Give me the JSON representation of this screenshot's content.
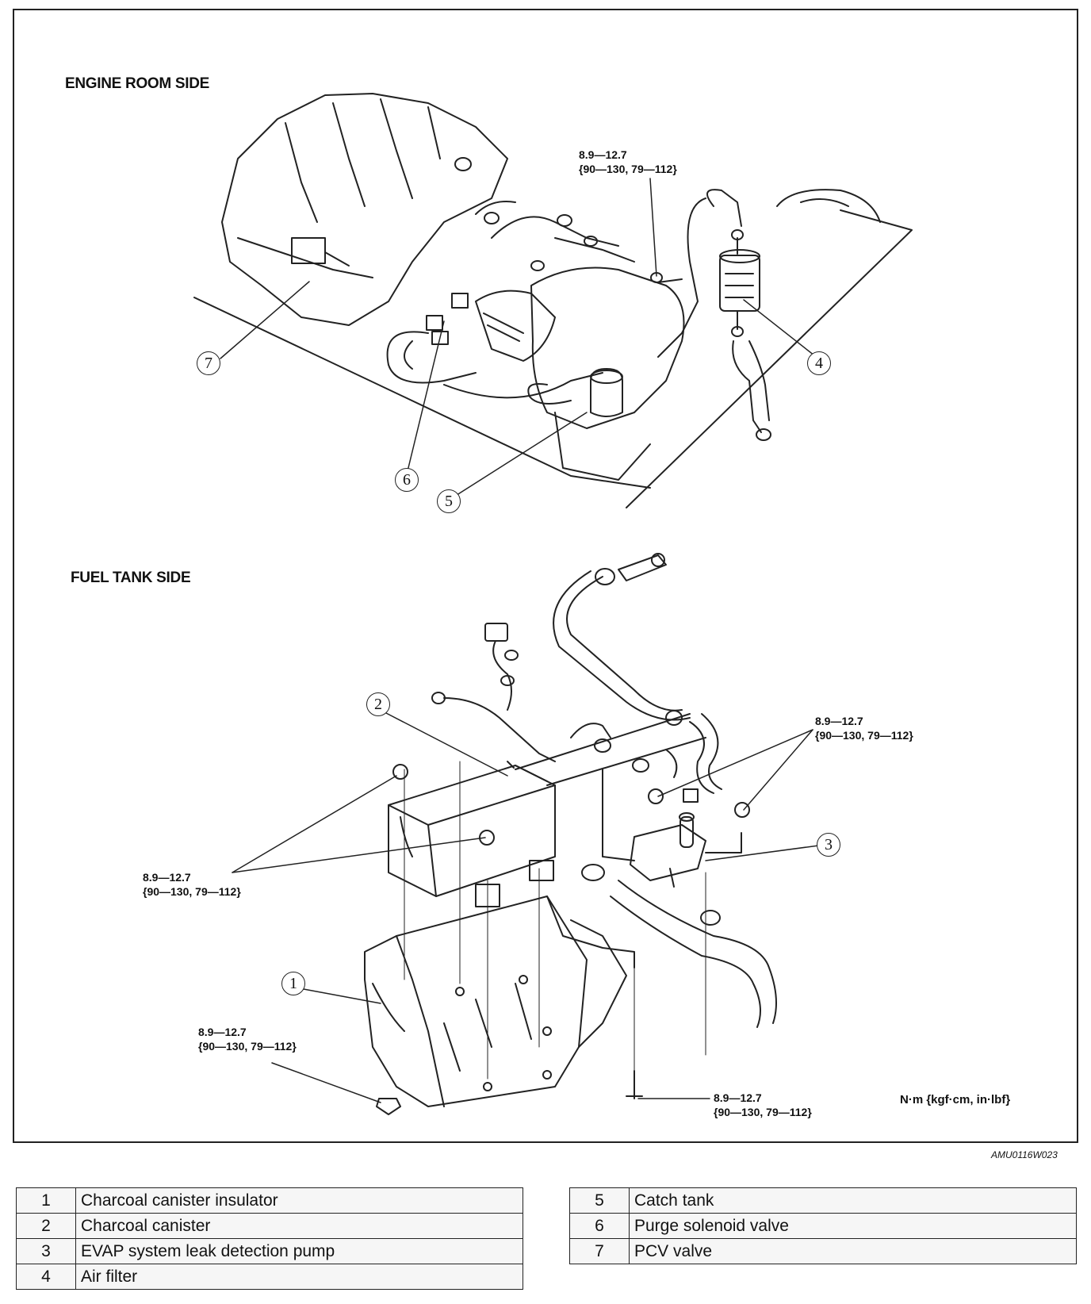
{
  "sections": {
    "engine_room": "ENGINE ROOM SIDE",
    "fuel_tank": "FUEL TANK SIDE"
  },
  "torque": {
    "line1": "8.9—12.7",
    "line2": "{90—130, 79—112}"
  },
  "callouts": [
    "1",
    "2",
    "3",
    "4",
    "5",
    "6",
    "7"
  ],
  "units_label": "N·m {kgf·cm, in·lbf}",
  "figure_id": "AMU0116W023",
  "legend_left": [
    {
      "num": "1",
      "label": "Charcoal canister insulator"
    },
    {
      "num": "2",
      "label": "Charcoal canister"
    },
    {
      "num": "3",
      "label": "EVAP system leak detection pump"
    },
    {
      "num": "4",
      "label": "Air filter"
    }
  ],
  "legend_right": [
    {
      "num": "5",
      "label": "Catch tank"
    },
    {
      "num": "6",
      "label": "Purge solenoid valve"
    },
    {
      "num": "7",
      "label": "PCV valve"
    }
  ]
}
